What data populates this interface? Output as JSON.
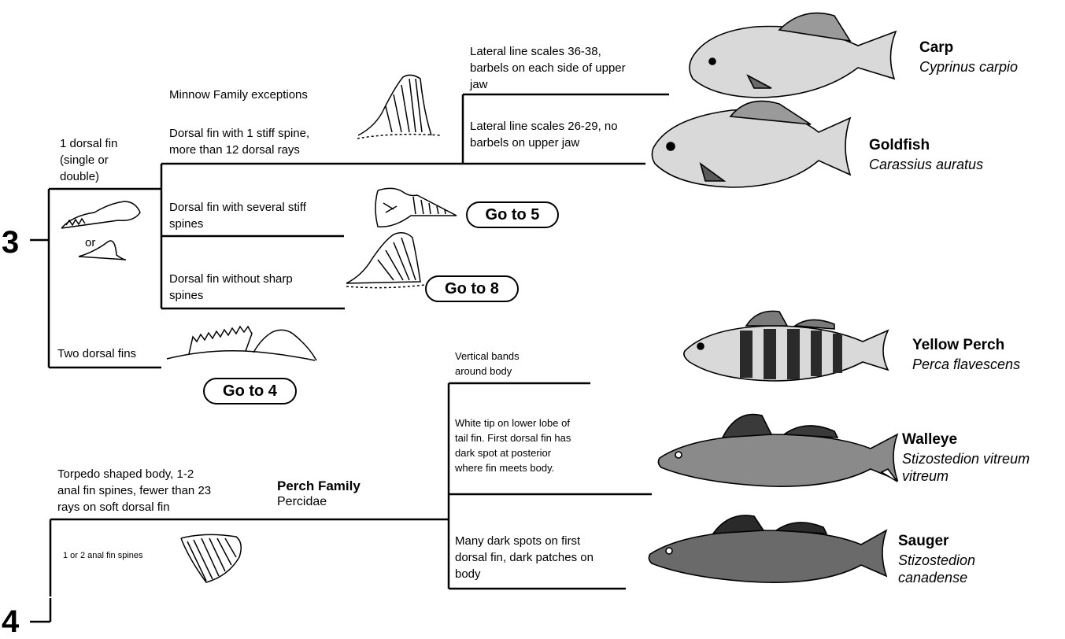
{
  "steps": {
    "three": "3",
    "four": "4"
  },
  "couplet3": {
    "one_dorsal": "1 dorsal fin\n(single or\ndouble)",
    "or_label": "or",
    "minnow_exceptions": "Minnow Family exceptions",
    "stiff_spine": "Dorsal fin with 1 stiff spine,\nmore than 12 dorsal rays",
    "several_spines": "Dorsal fin with several stiff\nspines",
    "no_sharp": "Dorsal fin without sharp\nspines",
    "two_dorsal": "Two dorsal fins",
    "goto5": "Go to 5",
    "goto8": "Go to 8",
    "goto4": "Go to 4"
  },
  "minnow": {
    "carp_key": "Lateral line scales 36-38,\nbarbels on each side of upper\njaw",
    "goldfish_key": "Lateral line scales 26-29, no\nbarbels on upper jaw",
    "carp": {
      "common": "Carp",
      "scientific": "Cyprinus carpio"
    },
    "goldfish": {
      "common": "Goldfish",
      "scientific": "Carassius auratus"
    }
  },
  "perch": {
    "body": "Torpedo shaped body, 1-2\nanal fin spines, fewer than 23\nrays on soft dorsal fin",
    "family_name": "Perch Family",
    "family_sci": "Percidae",
    "anal_spines": "1 or 2 anal fin spines",
    "bands_key": "Vertical bands\naround body",
    "walleye_key": "White tip on lower lobe of\ntail fin. First dorsal fin has\ndark spot at posterior\nwhere fin meets body.",
    "sauger_key": "Many dark spots on first\ndorsal fin, dark patches on\nbody",
    "yellow_perch": {
      "common": "Yellow Perch",
      "scientific": "Perca flavescens"
    },
    "walleye": {
      "common": "Walleye",
      "scientific": "Stizostedion vitreum\nvitreum"
    },
    "sauger": {
      "common": "Sauger",
      "scientific": "Stizostedion\ncanadense"
    }
  }
}
